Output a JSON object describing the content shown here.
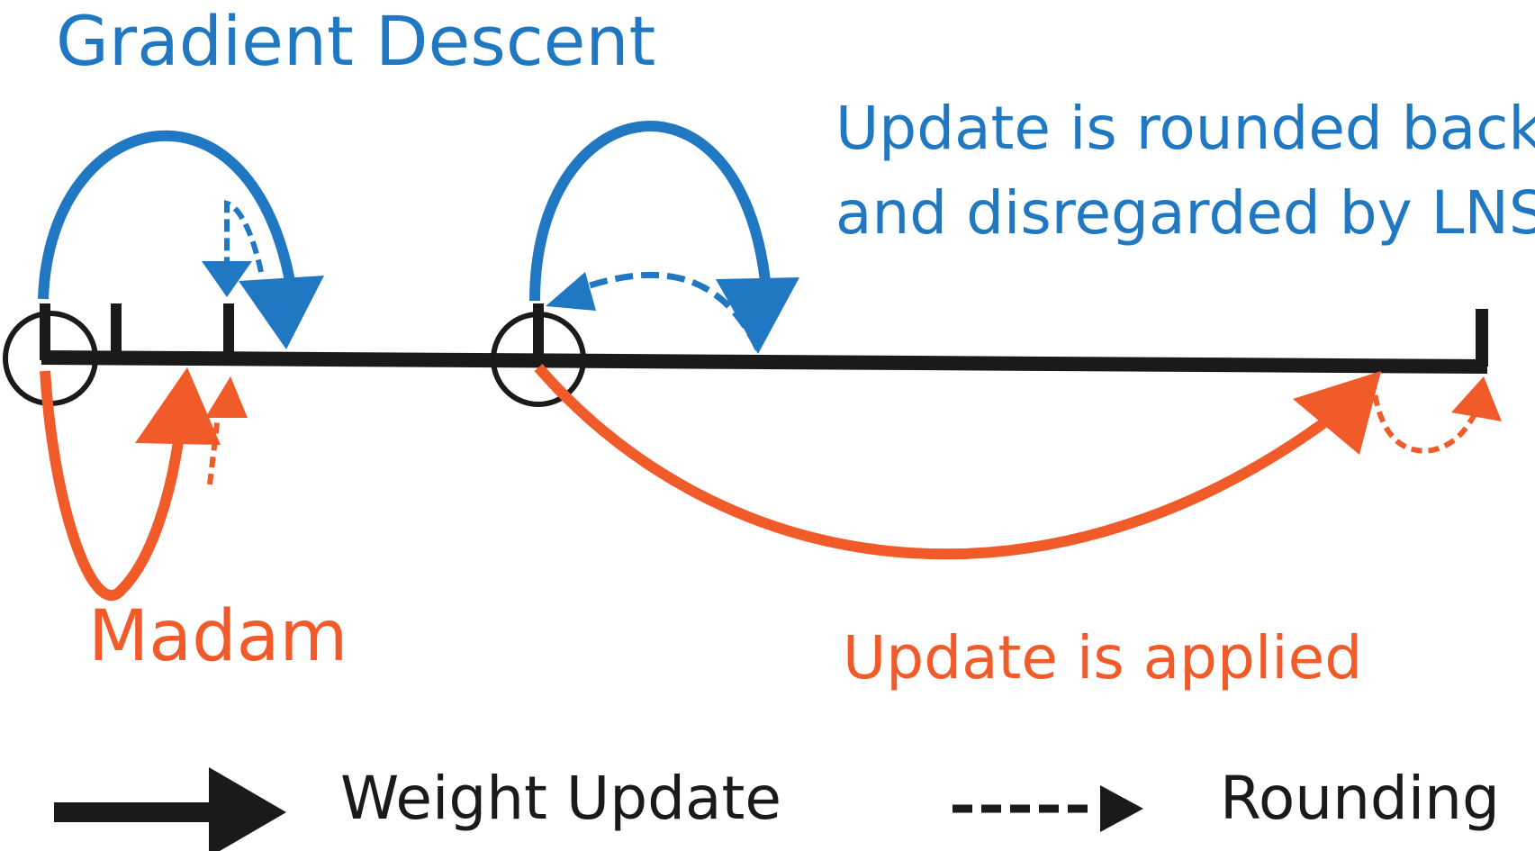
{
  "colors": {
    "gradient_descent": "#1f78c1",
    "madam": "#f15a29",
    "axis": "#1a1a1a"
  },
  "labels": {
    "gradient_descent_title": "Gradient Descent",
    "gradient_descent_note_line1": "Update is rounded back",
    "gradient_descent_note_line2": "and disregarded by LNS",
    "madam_title": "Madam",
    "madam_note": "Update is applied"
  },
  "legend": {
    "weight_update": "Weight Update",
    "rounding": "Rounding"
  }
}
